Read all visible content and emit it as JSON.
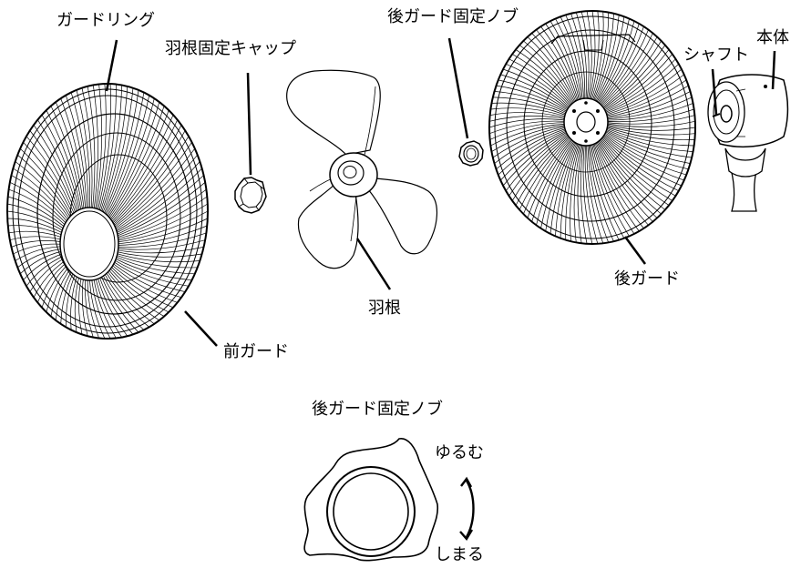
{
  "labels": {
    "guard_ring": "ガードリング",
    "cap": "羽根固定キャップ",
    "rear_knob": "後ガード固定ノブ",
    "shaft": "シャフト",
    "body": "本体",
    "rear_guard": "後ガード",
    "blade": "羽根",
    "front_guard": "前ガード"
  },
  "detail": {
    "title": "後ガード固定ノブ",
    "loosen": "ゆるむ",
    "tighten": "しまる"
  },
  "colors": {
    "line": "#000000",
    "background": "#ffffff"
  }
}
